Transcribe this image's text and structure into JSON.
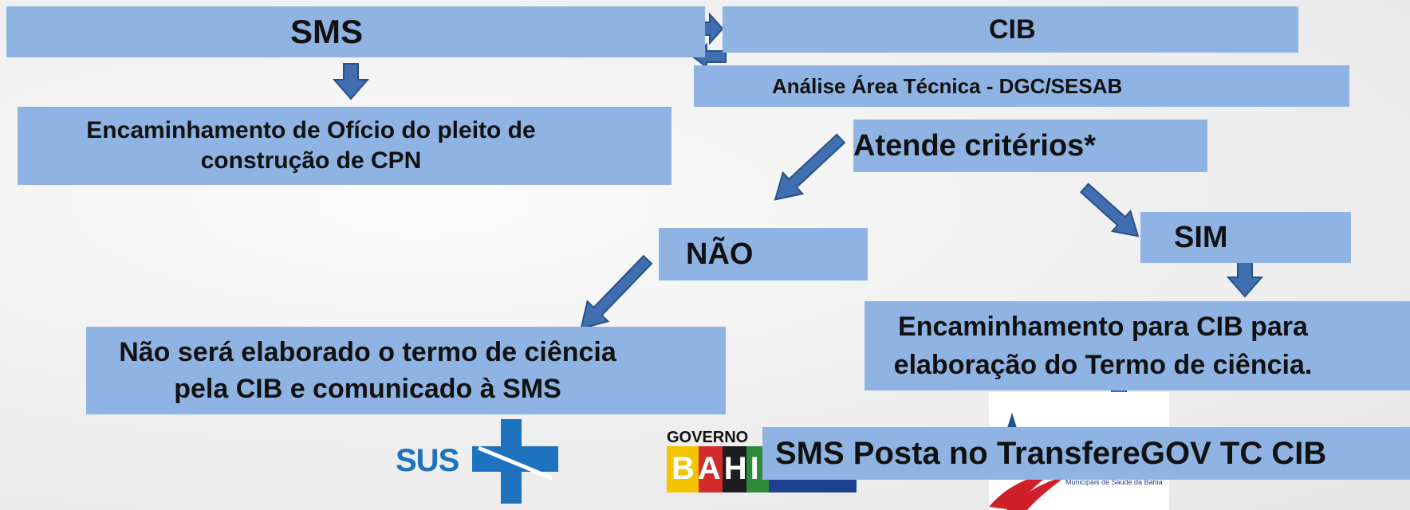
{
  "boxes": {
    "sms": "SMS",
    "cib": "CIB",
    "analise": "Análise Área Técnica - DGC/SESAB",
    "encaminhamento_oficio": "Encaminhamento de Ofício do pleito de construção de CPN",
    "atende": "Atende critérios*",
    "nao": "NÃO",
    "sim": "SIM",
    "nao_resultado": "Não será elaborado o termo de ciência pela CIB e comunicado à SMS",
    "encaminhamento_cib": "Encaminhamento para CIB para elaboração do Termo de ciência.",
    "posta": "SMS Posta no TransfereGOV TC CIB"
  },
  "logos": {
    "sus": "SUS",
    "governo": "GOVERNO",
    "bahia": "BAHIA",
    "cosems": "Municipais de Saúde da Bahia"
  },
  "colors": {
    "box_fill": "#8fb4e3",
    "arrow_fill": "#3f6fb0",
    "arrow_stroke": "#2a4f86",
    "sus_blue": "#1e73be"
  }
}
